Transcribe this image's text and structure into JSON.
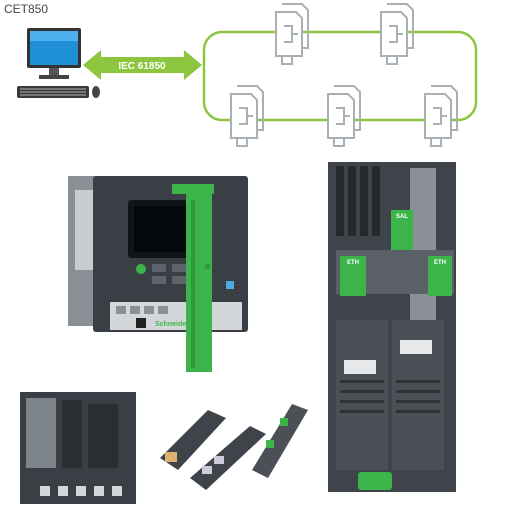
{
  "header": {
    "software_label": "CET850"
  },
  "link": {
    "protocol_label": "IEC 61850"
  },
  "colors": {
    "accent": "#8cc63f",
    "device_dark": "#3a3f45",
    "module_green": "#3bb54a",
    "panel_grey": "#9aa0a6"
  },
  "icons": [
    "computer-icon",
    "ied-device-icon"
  ],
  "device_labels": {
    "brand": "Schneider",
    "module_a": "SAL",
    "module_b": "ETH",
    "module_c": "ETH"
  }
}
